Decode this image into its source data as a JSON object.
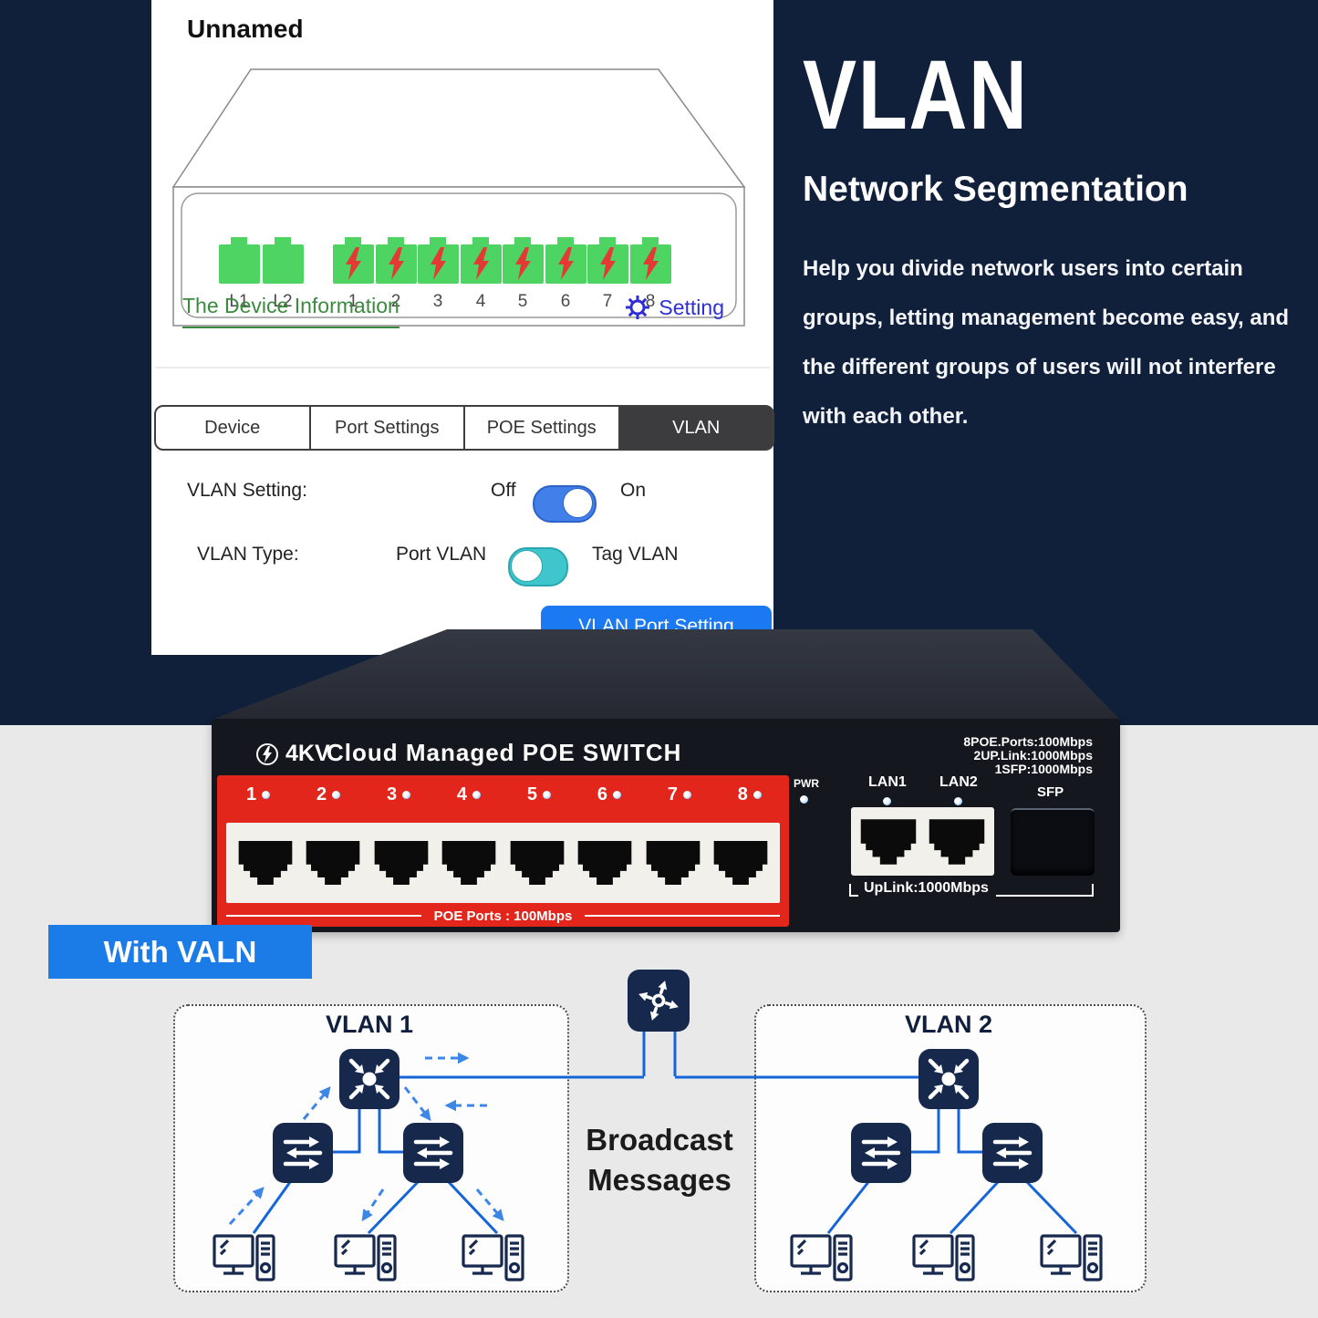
{
  "app_card": {
    "title": "Unnamed",
    "device_ports": {
      "uplink": [
        "L1",
        "L2"
      ],
      "poe": [
        "1",
        "2",
        "3",
        "4",
        "5",
        "6",
        "7",
        "8"
      ]
    },
    "info_link": "The Device Information",
    "setting_label": "Setting",
    "tabs": [
      {
        "label": "Device"
      },
      {
        "label": "Port Settings"
      },
      {
        "label": "POE Settings"
      },
      {
        "label": "VLAN"
      }
    ],
    "vlan_setting_label": "VLAN Setting:",
    "vlan_setting_off": "Off",
    "vlan_setting_on": "On",
    "vlan_type_label": "VLAN Type:",
    "vlan_type_left": "Port VLAN",
    "vlan_type_right": "Tag VLAN",
    "vlan_port_button": "VLAN Port Setting"
  },
  "hero": {
    "title": "VLAN",
    "subtitle": "Network Segmentation",
    "body": "Help you divide network users into certain groups, letting management become easy, and the different groups of users will not interfere with each other."
  },
  "switch": {
    "brand": "4KV",
    "name": "Cloud Managed POE SWITCH",
    "specs": [
      "8POE.Ports:100Mbps",
      "2UP.Link:1000Mbps",
      "1SFP:1000Mbps"
    ],
    "port_numbers": [
      "1",
      "2",
      "3",
      "4",
      "5",
      "6",
      "7",
      "8"
    ],
    "pwr_label": "PWR",
    "lan1_label": "LAN1",
    "lan2_label": "LAN2",
    "sfp_label": "SFP",
    "poe_strip_label": "POE Ports : 100Mbps",
    "uplink_label": "UpLink:1000Mbps"
  },
  "diagram": {
    "badge": "With VALN",
    "vlan1_title": "VLAN 1",
    "vlan2_title": "VLAN 2",
    "broadcast_line1": "Broadcast",
    "broadcast_line2": "Messages"
  },
  "colors": {
    "navy_bg": "#101f3a",
    "accent_blue": "#1b7ce8",
    "red_panel": "#e2261b",
    "port_green": "#4ed463",
    "bolt_red": "#e53935",
    "toggle_blue": "#4080e8",
    "toggle_teal": "#3fc6cd",
    "link_green": "#3b8a3e",
    "setting_indigo": "#2f2fd6",
    "line_blue": "#1565d8",
    "dashed_blue": "#3c86e8",
    "icon_navy": "#16294d"
  }
}
